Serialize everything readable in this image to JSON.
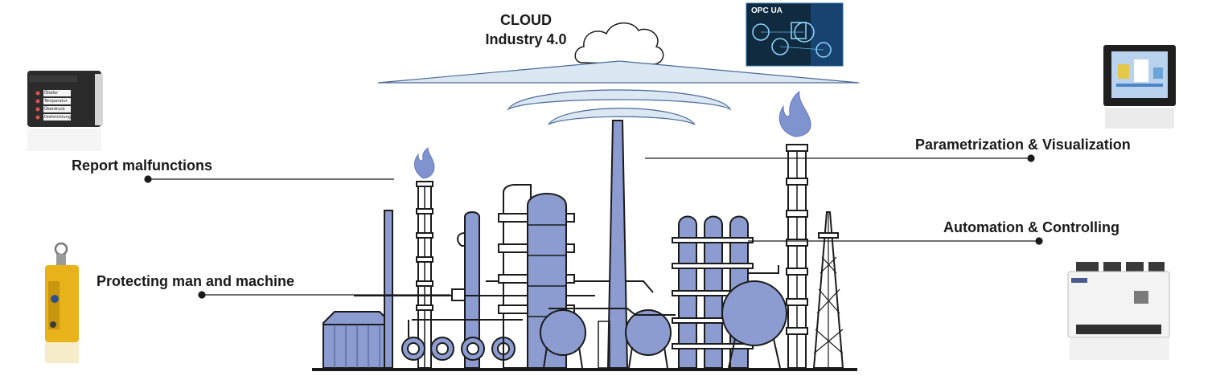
{
  "cloud": {
    "line1": "CLOUD",
    "line2": "Industry 4.0"
  },
  "labels": {
    "report": "Report malfunctions",
    "protect": "Protecting man and machine",
    "param": "Parametrization & Visualization",
    "automation": "Automation & Controlling"
  },
  "device_panel": {
    "rows": [
      "Öltäfer",
      "Temperatur",
      "Überdruck",
      "Drehrichtung"
    ]
  },
  "opc_badge": "OPC UA",
  "colors": {
    "plant_fill": "#8c9bd0",
    "plant_stroke": "#1b1b1b",
    "dish_fill": "#dbe7f3",
    "flame": "#7f93cf",
    "switch_yellow": "#e8b21a"
  }
}
